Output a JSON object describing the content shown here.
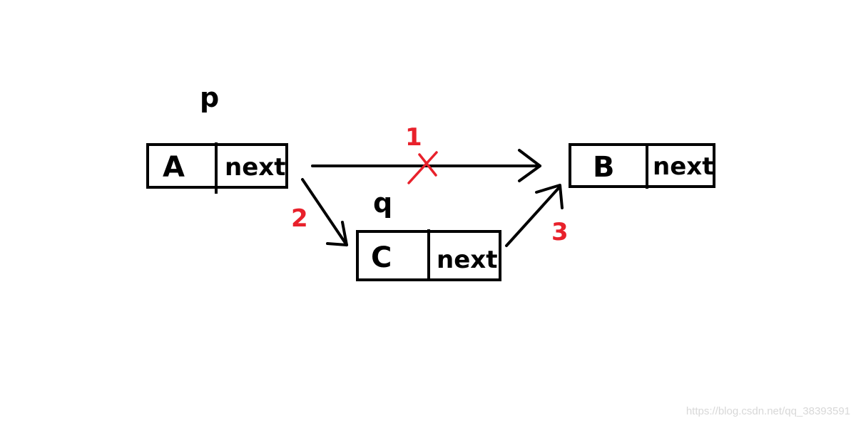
{
  "nodes": {
    "a": {
      "value": "A",
      "field": "next"
    },
    "b": {
      "value": "B",
      "field": "next"
    },
    "c": {
      "value": "C",
      "field": "next"
    }
  },
  "pointers": {
    "p": "p",
    "q": "q"
  },
  "steps": {
    "one": "1",
    "two": "2",
    "three": "3"
  },
  "watermark": "https://blog.csdn.net/qq_38393591",
  "colors": {
    "ink": "#000000",
    "step": "#e8212b",
    "watermark": "#d8d8d8"
  }
}
